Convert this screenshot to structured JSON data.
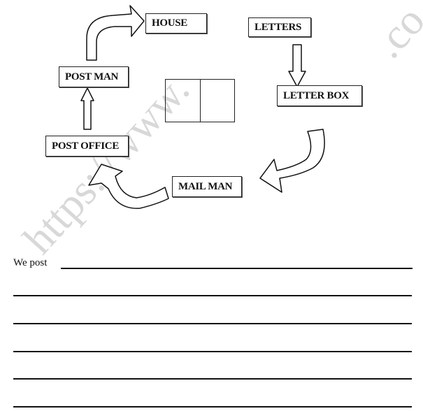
{
  "diagram": {
    "boxes": {
      "house": "HOUSE",
      "letters": "LETTERS",
      "post_man": "POST MAN",
      "letter_box": "LETTER BOX",
      "post_office": "POST OFFICE",
      "mail_man": "MAIL MAN"
    },
    "center_blank": [
      "",
      ""
    ]
  },
  "writing": {
    "prompt": "We post",
    "blank_lines": 6
  },
  "watermark": {
    "main": "https://www.",
    "fragment": ".co"
  }
}
